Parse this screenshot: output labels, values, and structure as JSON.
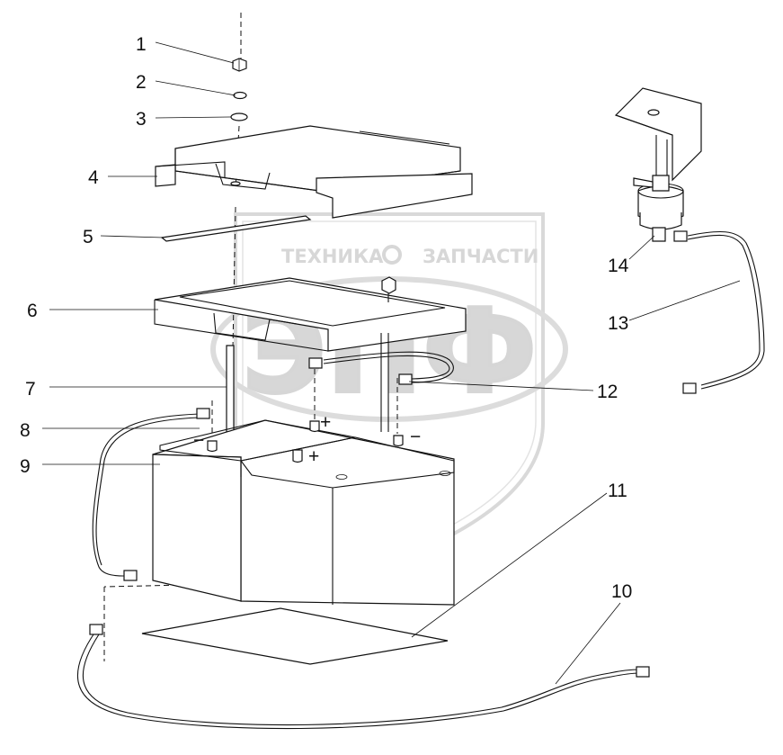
{
  "watermark": {
    "line1_left": "ТЕХНИКА",
    "line1_right": "ЗАПЧАСТИ",
    "letters": "ЭПФ"
  },
  "callouts": [
    {
      "id": "1",
      "label": "1"
    },
    {
      "id": "2",
      "label": "2"
    },
    {
      "id": "3",
      "label": "3"
    },
    {
      "id": "4",
      "label": "4"
    },
    {
      "id": "5",
      "label": "5"
    },
    {
      "id": "6",
      "label": "6"
    },
    {
      "id": "7",
      "label": "7"
    },
    {
      "id": "8",
      "label": "8"
    },
    {
      "id": "9",
      "label": "9"
    },
    {
      "id": "10",
      "label": "10"
    },
    {
      "id": "11",
      "label": "11"
    },
    {
      "id": "12",
      "label": "12"
    },
    {
      "id": "13",
      "label": "13"
    },
    {
      "id": "14",
      "label": "14"
    }
  ],
  "polarity": {
    "plus": "+",
    "minus": "−"
  }
}
